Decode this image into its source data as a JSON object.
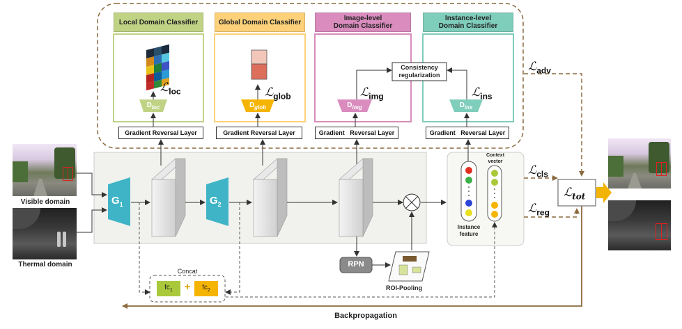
{
  "classifiers": {
    "local": {
      "title": "Local Domain Classifier",
      "disc": "D",
      "disc_sub": "loc",
      "loss": "loc",
      "color": "#c0d385"
    },
    "global": {
      "title": "Global Domain Classifier",
      "disc": "D",
      "disc_sub": "glob",
      "loss": "glob",
      "color": "#fcd17a"
    },
    "image": {
      "title_line1": "Image-level",
      "title_line2": "Domain Classifier",
      "disc": "D",
      "disc_sub": "img",
      "loss": "img",
      "color": "#d98cbd"
    },
    "instance": {
      "title_line1": "Instance-level",
      "title_line2": "Domain Classifier",
      "disc": "D",
      "disc_sub": "ins",
      "loss": "ins",
      "color": "#7fcdbb"
    }
  },
  "grl": {
    "local": "Gradient Reversal Layer",
    "global": "Gradient Reversal Layer",
    "image": "Gradient   Reversal Layer",
    "instance": "Gradient   Reversal Layer"
  },
  "consistency": {
    "line1": "Consistency",
    "line2": "regularization"
  },
  "losses": {
    "symbol": "ℒ",
    "adv": "adv",
    "cls": "cls",
    "reg": "reg",
    "tot": "tot"
  },
  "generators": {
    "g1": "G",
    "g1_sub": "1",
    "g2": "G",
    "g2_sub": "2",
    "color": "#3fb4c6"
  },
  "labels": {
    "visible": "Visible domain",
    "thermal": "Thermal domain",
    "concat": "Concat",
    "fc1": "fc",
    "fc1_sub": "1",
    "fc2": "fc",
    "fc2_sub": "2",
    "plus": "+",
    "rpn": "RPN",
    "roi": "ROI-Pooling",
    "instance_feature_line1": "Instance",
    "instance_feature_line2": "feature",
    "context_line1": "Context",
    "context_line2": "vector",
    "backprop": "Backpropagation"
  },
  "colors": {
    "dashed_brown": "#8b6a3e",
    "fc1": "#a9c93a",
    "fc2": "#f5b400",
    "arrow_orange": "#f2b400"
  }
}
